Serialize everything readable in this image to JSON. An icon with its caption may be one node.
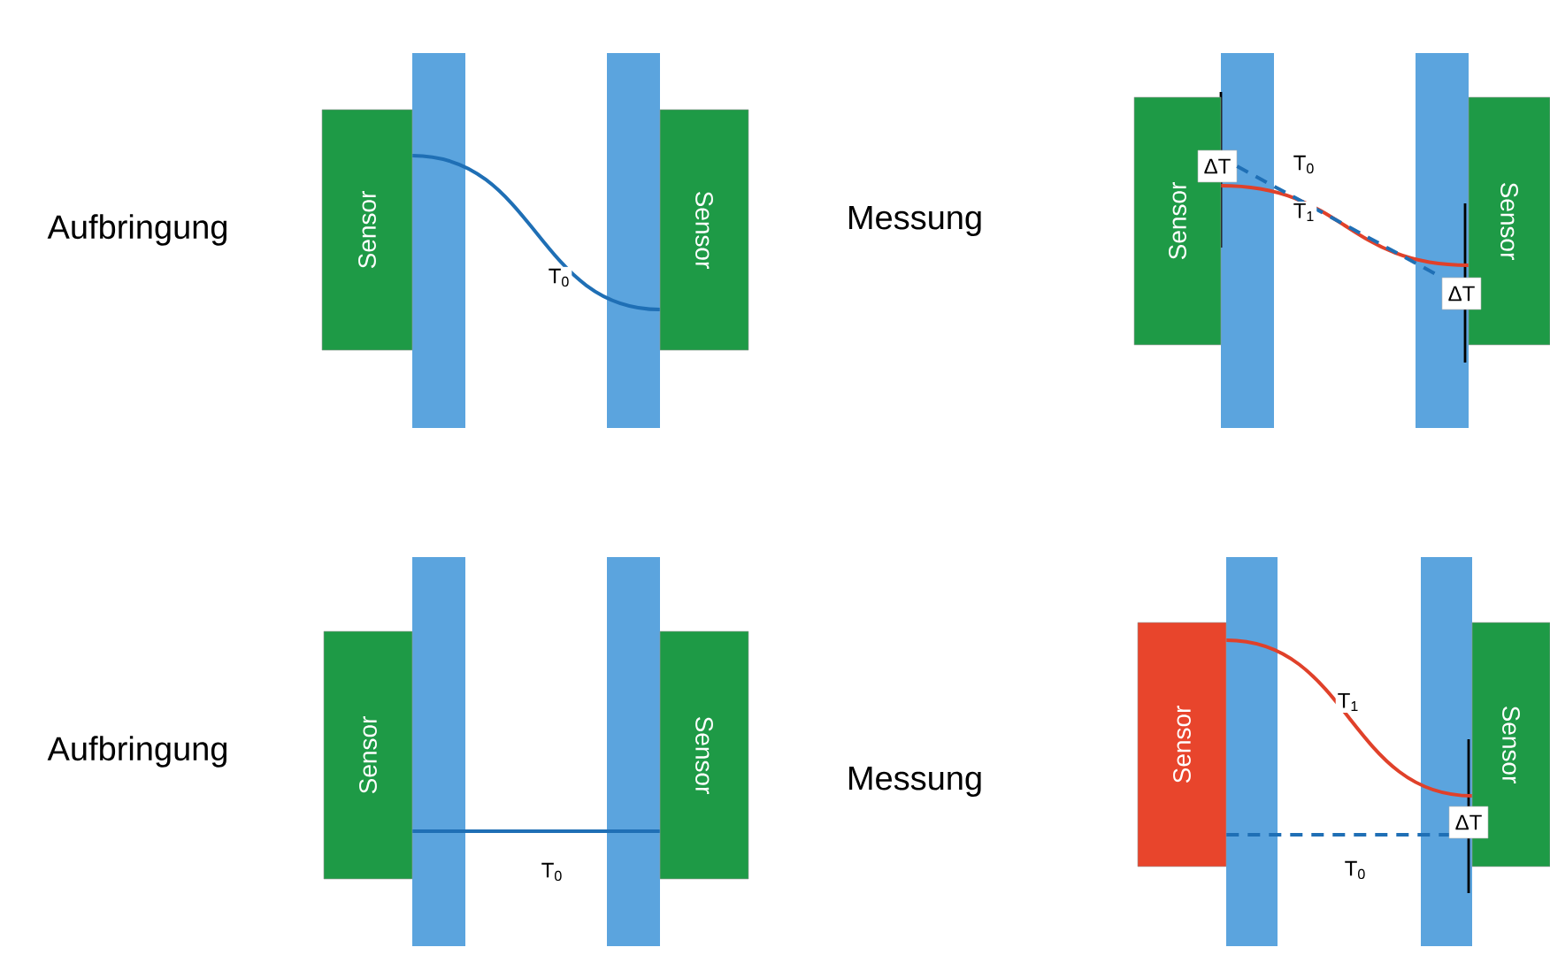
{
  "diagram": {
    "nodes": [
      {
        "text": [
          "Sensor"
        ]
      },
      {
        "text": [
          "Sensor"
        ]
      },
      {
        "text": [
          "Sensor"
        ]
      },
      {
        "text": [
          "Sensor"
        ]
      },
      {
        "text": [
          "ΔT"
        ]
      },
      {
        "text": [
          "ΔT"
        ]
      },
      {
        "text": [
          "Sensor"
        ]
      },
      {
        "text": [
          "Sensor"
        ]
      },
      {
        "text": [
          "Sensor"
        ]
      },
      {
        "text": [
          "Sensor"
        ]
      },
      {
        "text": [
          "ΔT"
        ]
      }
    ],
    "edges": [
      {
        "from": 0,
        "to": 1,
        "arrow": "none",
        "label": "T$_{0}$",
        "color": "#1f6fb5"
      },
      {
        "from": 2,
        "to": 3,
        "arrow": "none",
        "label": "T$_{1}$",
        "color": "#e0412a"
      },
      {
        "from": 4,
        "to": 5,
        "arrow": "none",
        "label": "T$_{0}$",
        "style": "dashed",
        "color": "#1f6fb5"
      },
      {
        "from": 6,
        "to": 7,
        "arrow": "none",
        "label": "T$_{0}$",
        "color": "#1f6fb5"
      },
      {
        "from": 8,
        "to": 9,
        "arrow": "none",
        "label": "T$_{1}$",
        "color": "#e0412a"
      },
      {
        "from": 8,
        "to": 10,
        "arrow": "none",
        "label": "T$_{0}$",
        "style": "dashed",
        "color": "#1f6fb5"
      }
    ],
    "labels": [
      "Aufbringung",
      "Messung",
      "Aufbringung",
      "Messung"
    ]
  }
}
